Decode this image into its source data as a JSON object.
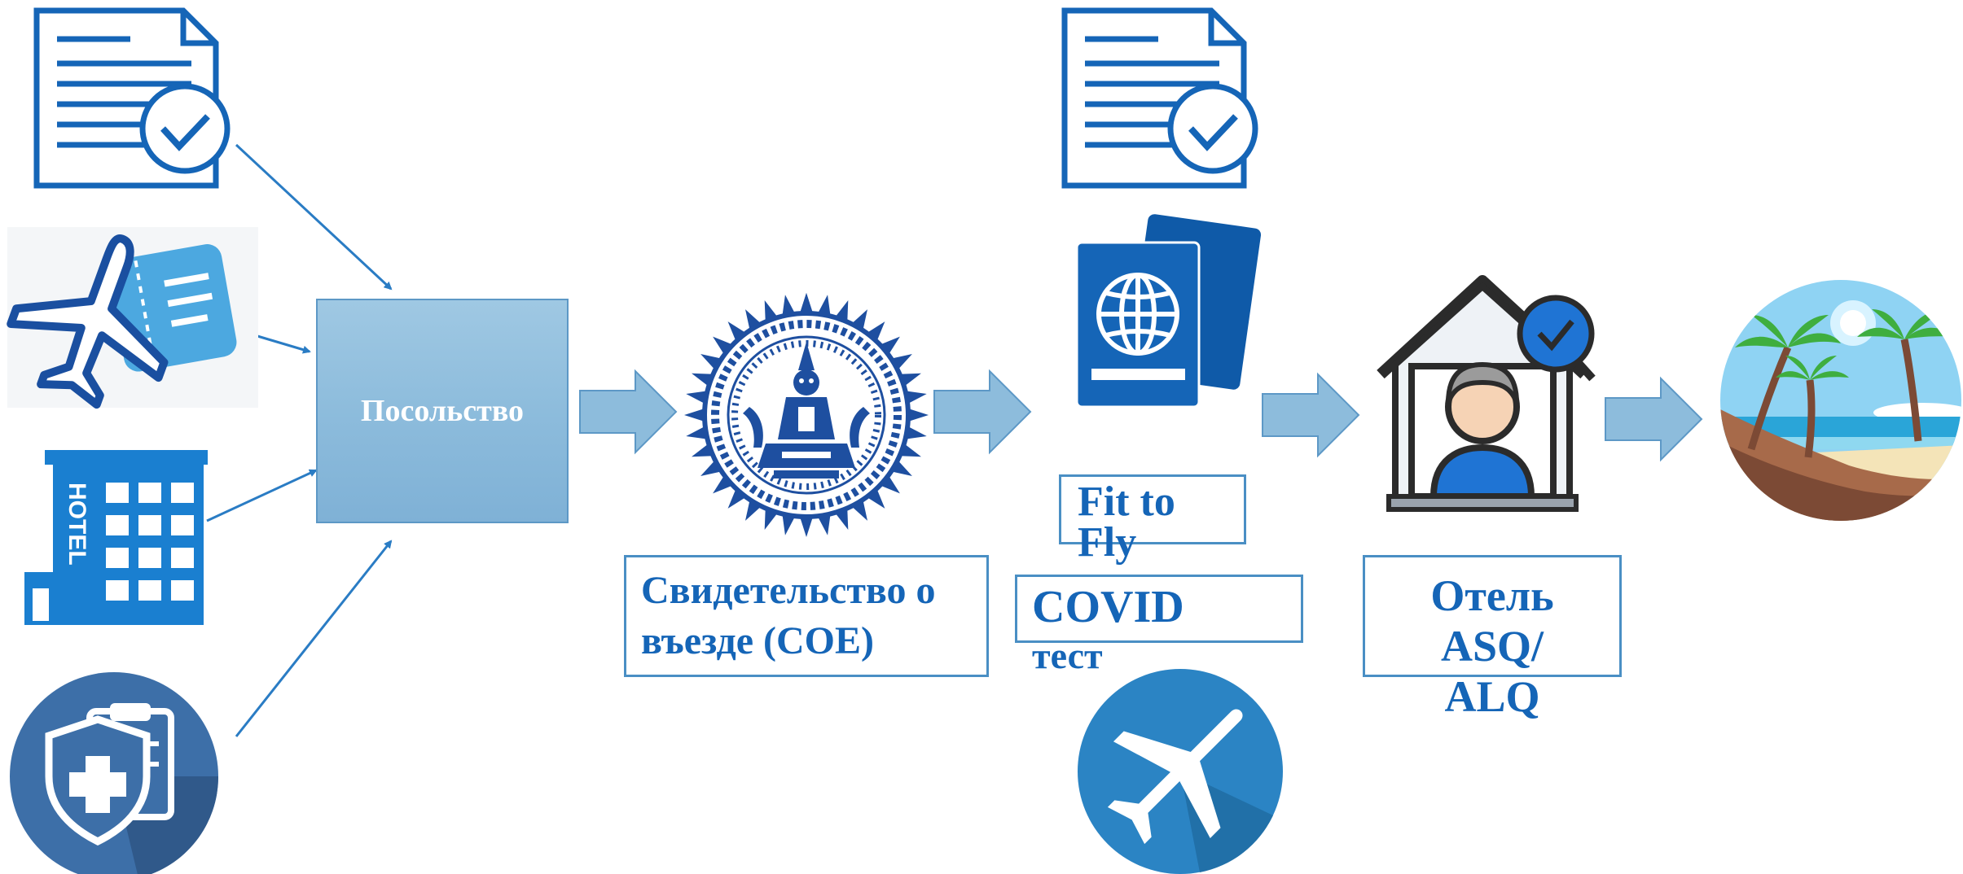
{
  "embassy": {
    "label": "Посольство"
  },
  "coe": {
    "line1": "Свидетельство о",
    "line2": "въезде (COE)"
  },
  "fit_to_fly": {
    "line1": "Fit to",
    "line2": "Fly"
  },
  "covid_test": {
    "line1": "COVID",
    "line2": "тест"
  },
  "hotel": {
    "line1": "Отель",
    "line2": "ASQ/",
    "line3": "ALQ"
  },
  "hotel_icon": {
    "sign_text": "HOTEL"
  },
  "colors": {
    "primary_blue": "#1565b7",
    "arrow_blue": "#8dbcdc",
    "box_border": "#4a8fc4",
    "embassy_fill": "#8dbcdc"
  }
}
